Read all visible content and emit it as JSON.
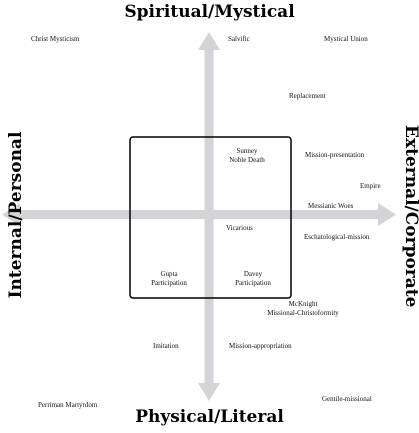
{
  "axes": {
    "top": "Spiritual/Mystical",
    "bottom": "Physical/Literal",
    "left": "Internal/Personal",
    "right": "External/Corporate"
  },
  "labels": {
    "christ_mysticism": "Christ Mysticism",
    "salvific": "Salvific",
    "mystical_union": "Mystical Union",
    "replacement": "Replacement",
    "sunney_line1": "Sunney",
    "sunney_line2": "Noble Death",
    "mission_presentation": "Mission-presentation",
    "empire": "Empire",
    "messianic_woes": "Messianic Woes",
    "vicarious": "Vicarious",
    "eschatological_mission": "Eschatological-mission",
    "gupta_line1": "Gupta",
    "gupta_line2": "Participation",
    "davey_line1": "Davey",
    "davey_line2": "Participation",
    "mcknight_line1": "McKnight",
    "mcknight_line2": "Missional-Christoformity",
    "imitation": "Imitation",
    "mission_appropriation": "Mission-appropriation",
    "perriman_martyrdom": "Perriman Martyrdom",
    "gentile_missional": "Gentile-missional"
  },
  "colors": {
    "arrow": "#d3d3d8",
    "box": "#000000",
    "text": "#111111"
  }
}
